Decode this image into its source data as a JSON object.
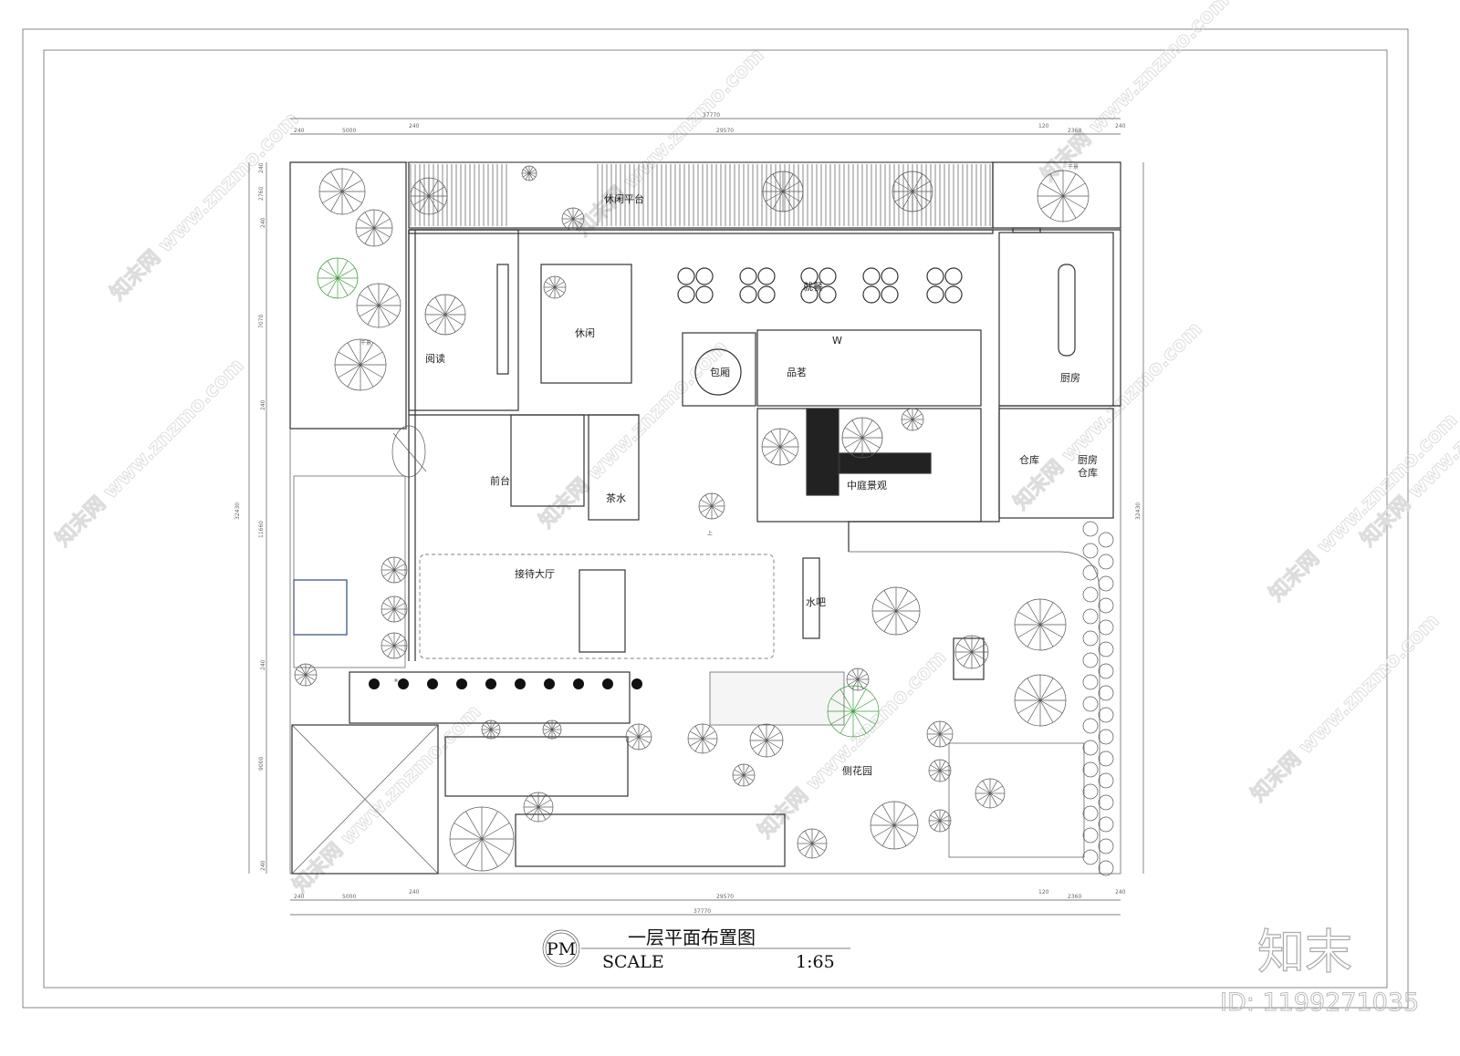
{
  "drawing": {
    "title": "一层平面布置图",
    "badge": "PM",
    "scale_label": "SCALE",
    "scale_value": "1:65"
  },
  "dimensions": {
    "top_total": "37770",
    "top_segments": [
      "240",
      "5000",
      "240",
      "29570",
      "120",
      "2360",
      "240"
    ],
    "bottom_total": "37770",
    "bottom_segments": [
      "240",
      "5000",
      "240",
      "29570",
      "120",
      "2360",
      "240"
    ],
    "side_total": "32430",
    "side_segments": [
      "240",
      "2760",
      "240",
      "7070",
      "240",
      "11660",
      "240",
      "9000",
      "240"
    ]
  },
  "rooms": {
    "terrace": "休闲平台",
    "dining": "就餐",
    "leisure": "休闲",
    "reading": "阅读",
    "private_room": "包厢",
    "tea_tasting": "品茗",
    "kitchen": "厨房",
    "storage": "仓库",
    "kitchen_storage_1": "厨房",
    "kitchen_storage_2": "仓库",
    "front_desk": "前台",
    "tea_water": "茶水",
    "atrium": "中庭景观",
    "reception_hall": "接待大厅",
    "water_bar": "水吧",
    "side_garden": "侧花园",
    "dry_scape_left": "干景",
    "dry_scape_right": "干景",
    "stair_up": "上",
    "wc_sign": "W"
  },
  "watermark": {
    "site": "www.znzmo.com",
    "brand": "知末网",
    "logo": "知末",
    "id": "ID: 1199271035"
  }
}
